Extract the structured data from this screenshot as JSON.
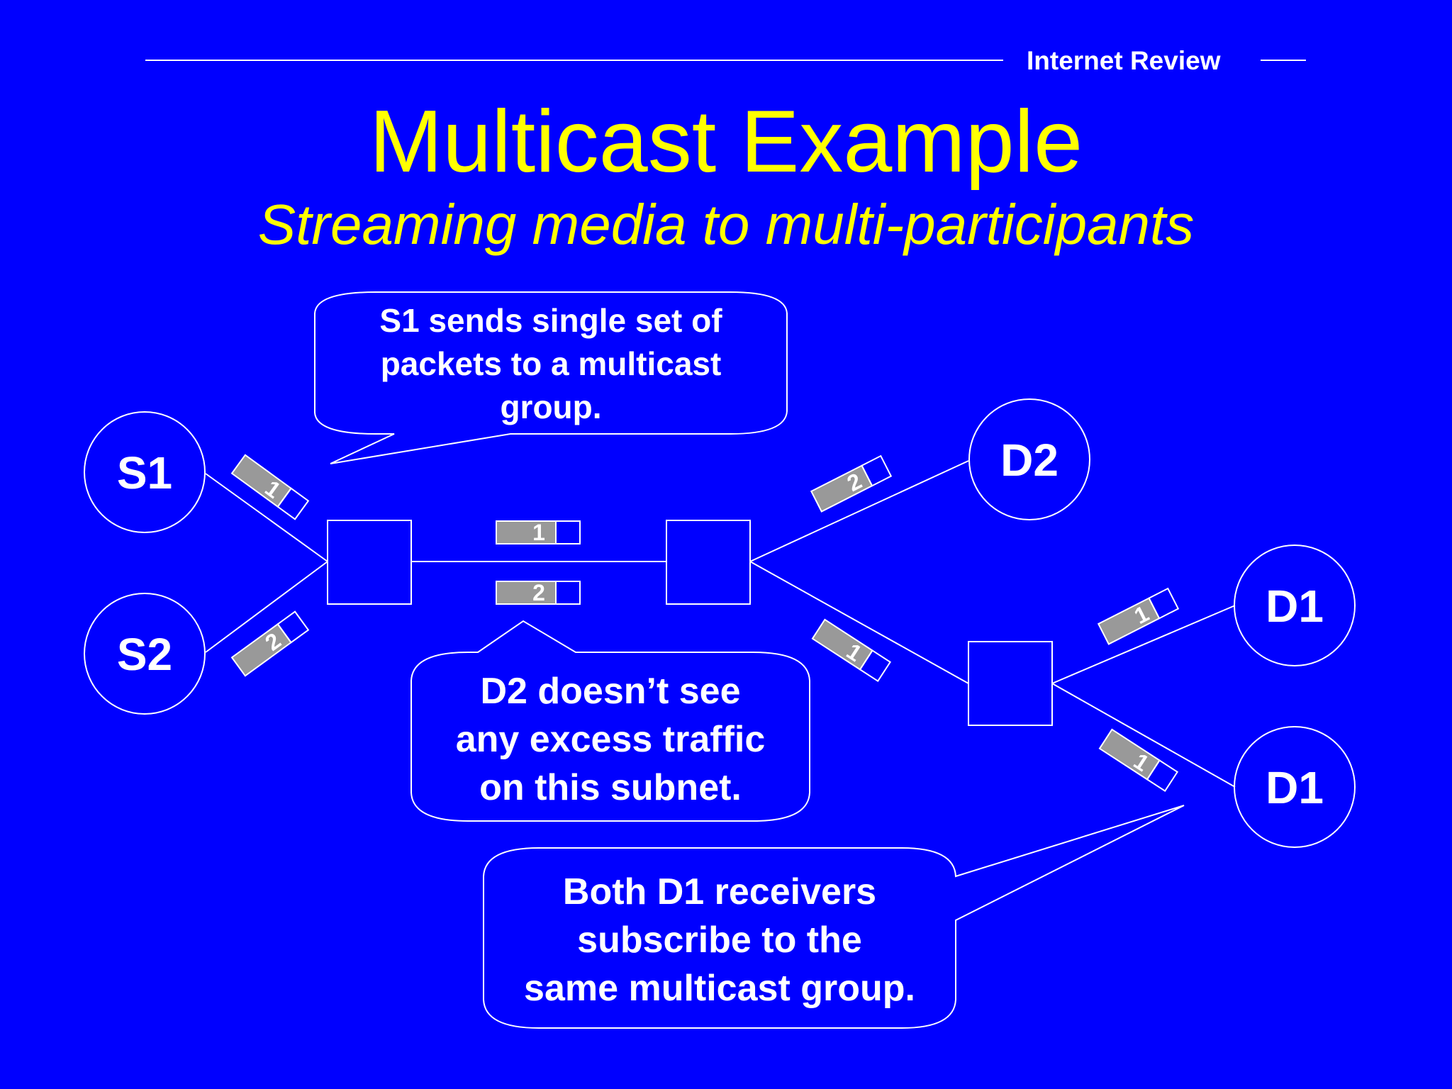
{
  "header": {
    "text": "Internet Review"
  },
  "title": "Multicast Example",
  "subtitle": "Streaming media to multi-participants",
  "colors": {
    "background": "#0000FF",
    "title": "#FFFF00",
    "lines": "#FFFFFF",
    "packet_fill": "#999999"
  },
  "nodes": {
    "s1": "S1",
    "s2": "S2",
    "d2": "D2",
    "d1_top": "D1",
    "d1_bottom": "D1"
  },
  "packets": {
    "s1_link": "1",
    "s2_link": "2",
    "trunk_upper": "1",
    "trunk_lower": "2",
    "to_d2": "2",
    "to_lower_router": "1",
    "to_d1_top": "1",
    "to_d1_bottom": "1"
  },
  "callouts": {
    "top": [
      "S1 sends single set of",
      "packets to a multicast",
      "group."
    ],
    "middle": [
      "D2 doesn’t see",
      "any excess traffic",
      "on this subnet."
    ],
    "bottom": [
      "Both D1 receivers",
      "subscribe to the",
      "same multicast group."
    ]
  }
}
